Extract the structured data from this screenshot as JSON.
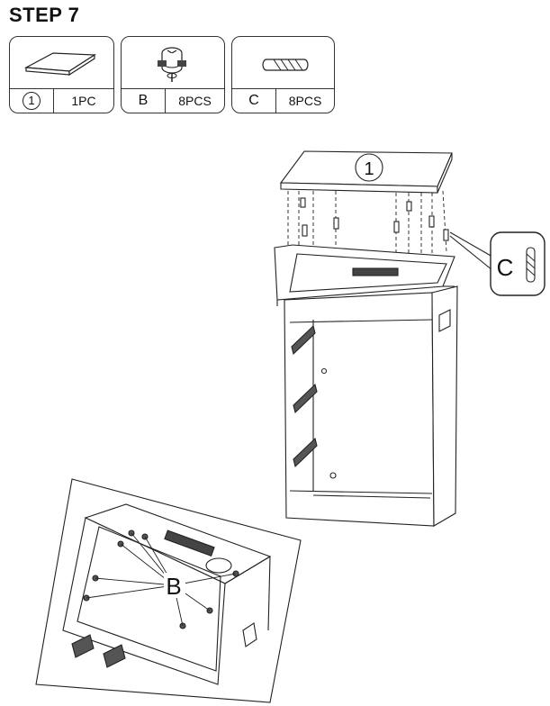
{
  "step": {
    "title": "STEP 7"
  },
  "parts": [
    {
      "id": "1",
      "qty": "1PC",
      "icon": "panel-icon"
    },
    {
      "id": "B",
      "qty": "8PCS",
      "icon": "cam-lock-icon"
    },
    {
      "id": "C",
      "qty": "8PCS",
      "icon": "wood-dowel-icon"
    }
  ],
  "callouts": {
    "panel": "1",
    "dowel": "C",
    "cam": "B"
  }
}
